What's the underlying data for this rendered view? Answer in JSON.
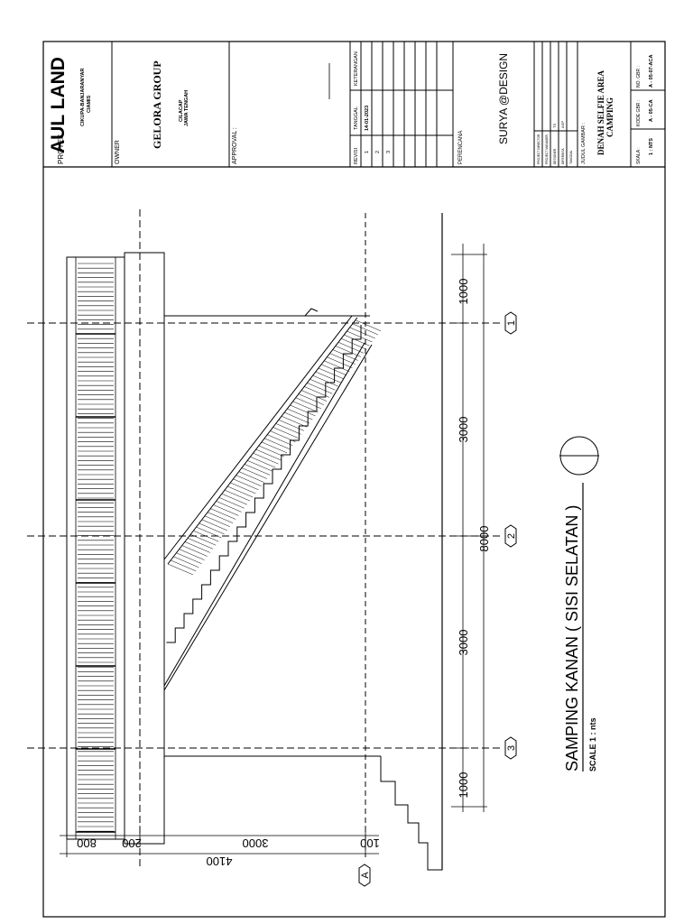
{
  "title_block": {
    "proyek_label": "PROYEK",
    "project_name": "AUL LAND",
    "project_address_1": "CIKUPA-BANJARANYAR",
    "project_address_2": "CIAMIS",
    "owner_label": "OWNER",
    "owner_name": "GELORA GROUP",
    "owner_address_1": "CILACAP",
    "owner_address_2": "JAWA TENGAH",
    "approval_label": "APPROVAL :",
    "revisi_header": "REVISI",
    "tanggal_header": "TANGGAL",
    "keterangan_header": "KETERANGAN",
    "revisions": [
      {
        "no": "1",
        "date": "14-01-2023"
      },
      {
        "no": "2",
        "date": ""
      },
      {
        "no": "3",
        "date": ""
      }
    ],
    "perencana_label": "PERENCANA",
    "perencana_name": "SURYA @DESIGN",
    "staff_roles": [
      "PROJECT DIRECTOR",
      "PROJECT MANAGER",
      "DESIGNER",
      "DIPERIKSA",
      "TANGGAL"
    ],
    "staff_values": [
      "",
      "",
      "TS",
      "ASP",
      ""
    ],
    "judul_label": "JUDUL GAMBAR :",
    "drawing_title_1": "DENAH SELFIE AREA",
    "drawing_title_2": "CAMPING",
    "skala_label": "SKALA :",
    "skala_value": "1 : NTS",
    "kode_label": "KODE GBR :",
    "kode_value": "A - 05-CA",
    "nomor_label": "NO. GBR :",
    "nomor_value": "A - 05-07-ACA"
  },
  "drawing": {
    "view_title": "SAMPING KANAN ( SISI SELATAN )",
    "scale_text": "SCALE 1 : nts",
    "grid_labels": [
      "1",
      "2",
      "3",
      "A"
    ],
    "dims_horizontal": {
      "total": "8000",
      "segments": [
        "1000",
        "3000",
        "3000",
        "1000"
      ]
    },
    "dims_vertical": {
      "total": "4100",
      "segments": [
        "800",
        "200",
        "3000",
        "100"
      ]
    }
  }
}
